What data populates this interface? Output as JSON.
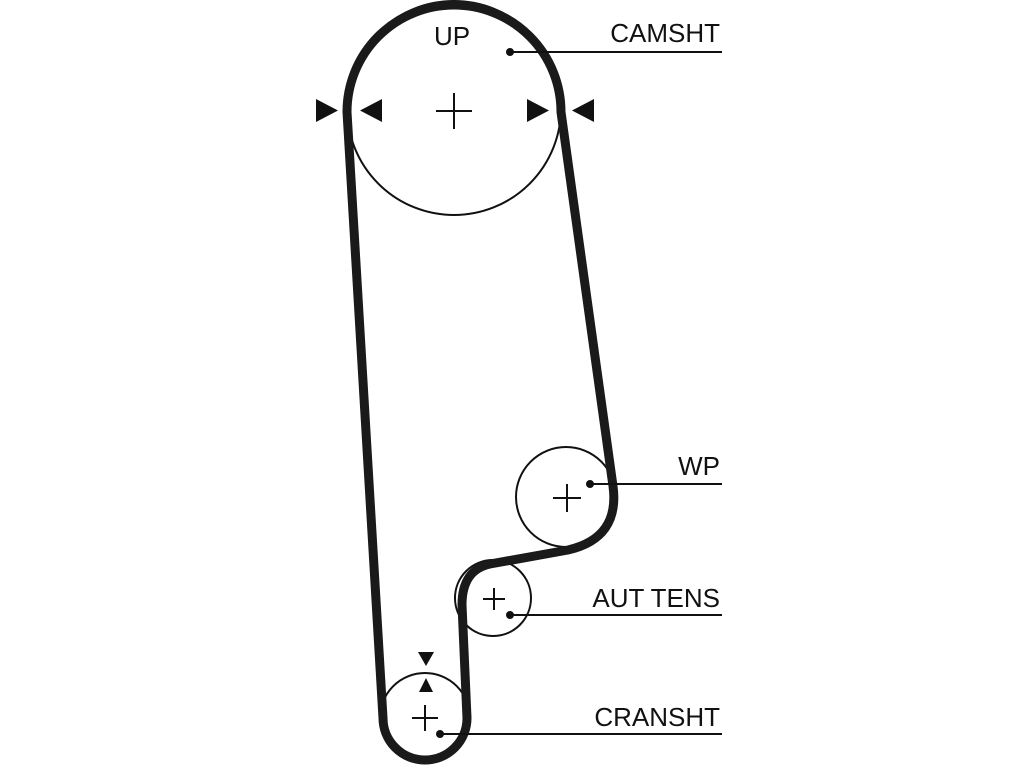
{
  "diagram": {
    "labels": {
      "up": "UP",
      "camshaft": "CAMSHT",
      "water_pump": "WP",
      "auto_tensioner": "AUT TENS",
      "crankshaft": "CRANSHT"
    },
    "colors": {
      "belt": "#1a1a1a",
      "ink": "#111111",
      "background": "#ffffff"
    }
  }
}
